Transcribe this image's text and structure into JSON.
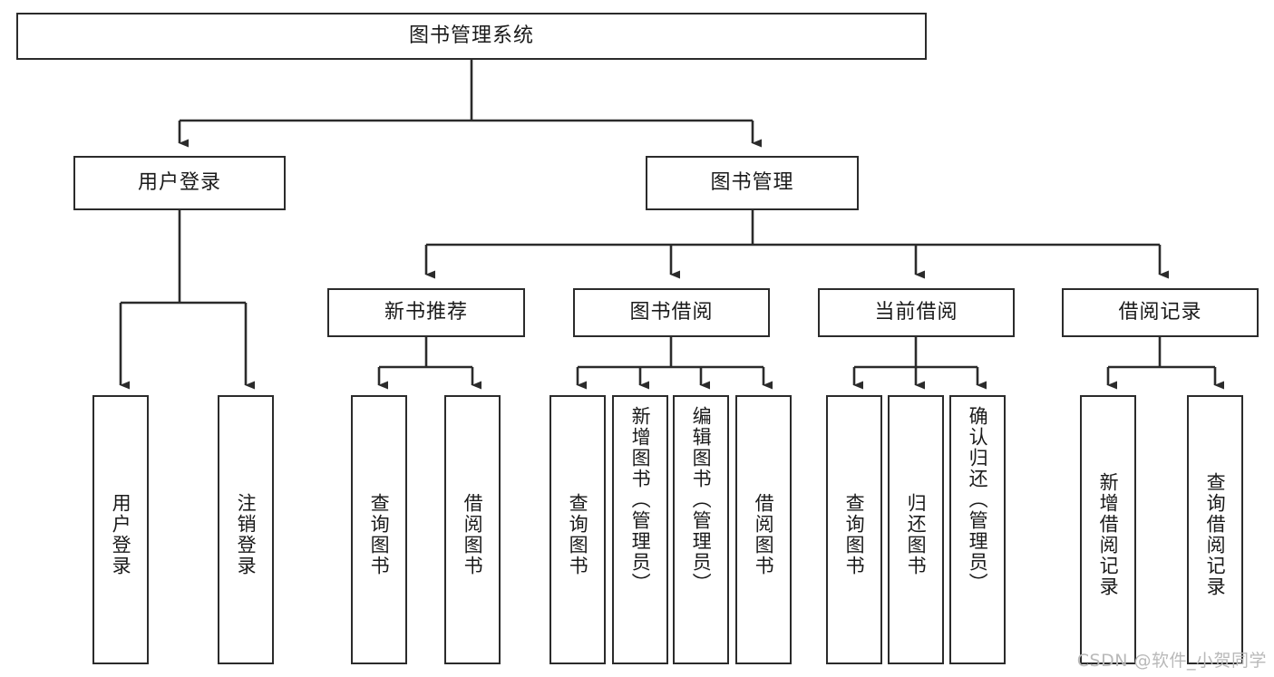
{
  "diagram": {
    "title": "图书管理系统",
    "type": "tree-hierarchy",
    "watermark": "CSDN @软件_小贺同学",
    "colors": {
      "stroke": "#2b2b2b",
      "text": "#1a1a1a",
      "background": "#ffffff",
      "watermark": "#b9b9b9"
    },
    "root": {
      "label": "图书管理系统"
    },
    "level2": [
      {
        "label": "用户登录"
      },
      {
        "label": "图书管理"
      }
    ],
    "level3": [
      {
        "label": "新书推荐"
      },
      {
        "label": "图书借阅"
      },
      {
        "label": "当前借阅"
      },
      {
        "label": "借阅记录"
      }
    ],
    "leaves": {
      "user_login": [
        {
          "label": "用户登录"
        },
        {
          "label": "注销登录"
        }
      ],
      "new_book_recommend": [
        {
          "label": "查询图书"
        },
        {
          "label": "借阅图书"
        }
      ],
      "book_borrow": [
        {
          "label": "查询图书"
        },
        {
          "label": "新增图书（管理员）"
        },
        {
          "label": "编辑图书（管理员）"
        },
        {
          "label": "借阅图书"
        }
      ],
      "current_borrow": [
        {
          "label": "查询图书"
        },
        {
          "label": "归还图书"
        },
        {
          "label": "确认归还（管理员）"
        }
      ],
      "borrow_records": [
        {
          "label": "新增借阅记录"
        },
        {
          "label": "查询借阅记录"
        }
      ]
    }
  }
}
